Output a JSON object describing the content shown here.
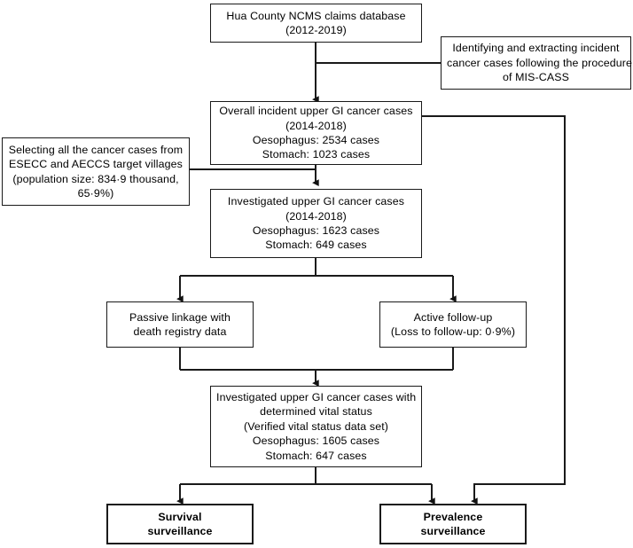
{
  "figure": {
    "type": "flowchart",
    "title": "Study flowchart of upper GI cancer case identification and surveillance",
    "orientation": "top-down"
  },
  "nodes": {
    "database": {
      "id": "database",
      "kind": "process",
      "lines": [
        "Hua County NCMS claims database",
        "(2012-2019)"
      ]
    },
    "mis_cass": {
      "id": "mis_cass",
      "kind": "annotation",
      "lines": [
        "Identifying and extracting incident",
        "cancer cases following the procedure",
        "of MIS-CASS"
      ]
    },
    "overall_incident": {
      "id": "overall_incident",
      "kind": "process",
      "lines": [
        "Overall incident upper GI cancer cases",
        "(2014-2018)",
        "Oesophagus: 2534 cases",
        "Stomach: 1023 cases"
      ]
    },
    "selecting_villages": {
      "id": "selecting_villages",
      "kind": "annotation",
      "lines": [
        "Selecting all the cancer cases from",
        "ESECC and AECCS target villages",
        "(population size: 834·9 thousand,",
        "65·9%)"
      ]
    },
    "investigated": {
      "id": "investigated",
      "kind": "process",
      "lines": [
        "Investigated upper GI cancer cases",
        "(2014-2018)",
        "Oesophagus: 1623 cases",
        "Stomach: 649 cases"
      ]
    },
    "passive_linkage": {
      "id": "passive_linkage",
      "kind": "process",
      "lines": [
        "Passive linkage with",
        "death registry data"
      ]
    },
    "active_followup": {
      "id": "active_followup",
      "kind": "process",
      "lines": [
        "Active follow-up",
        "(Loss to follow-up: 0·9%)"
      ]
    },
    "vital_status": {
      "id": "vital_status",
      "kind": "process",
      "lines": [
        "Investigated upper GI cancer cases with",
        "determined vital status",
        "(Verified vital status data set)",
        "Oesophagus: 1605 cases",
        "Stomach: 647 cases"
      ]
    },
    "survival": {
      "id": "survival",
      "kind": "terminal",
      "lines": [
        "Survival",
        "surveillance"
      ]
    },
    "prevalence": {
      "id": "prevalence",
      "kind": "terminal",
      "lines": [
        "Prevalence",
        "surveillance"
      ]
    }
  },
  "edges": [
    {
      "from": "database",
      "to": "overall_incident",
      "arrow": true
    },
    {
      "from": "mis_cass",
      "to": "database-to-overall-incident-link",
      "arrow": false
    },
    {
      "from": "overall_incident",
      "to": "investigated",
      "arrow": true
    },
    {
      "from": "selecting_villages",
      "to": "overall-incident-to-investigated-link",
      "arrow": false
    },
    {
      "from": "investigated",
      "to": "passive_linkage",
      "arrow": true
    },
    {
      "from": "investigated",
      "to": "active_followup",
      "arrow": true
    },
    {
      "from": "passive_linkage",
      "to": "vital_status",
      "arrow": true
    },
    {
      "from": "active_followup",
      "to": "vital_status",
      "arrow": true
    },
    {
      "from": "vital_status",
      "to": "survival",
      "arrow": true
    },
    {
      "from": "vital_status",
      "to": "prevalence",
      "arrow": true
    },
    {
      "from": "overall_incident",
      "to": "prevalence",
      "arrow": true
    }
  ],
  "style": {
    "line_color": "#1a1a1a",
    "box_fill": "#ffffff",
    "text_color": "#000000",
    "background": "#ffffff"
  }
}
